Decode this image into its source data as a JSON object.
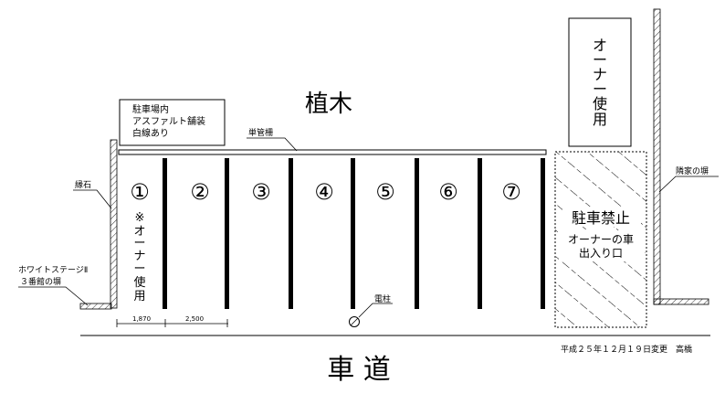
{
  "labels": {
    "planting": "植木",
    "note_line1": "駐車場内",
    "note_line2": "アスファルト舗装",
    "note_line3": "白線あり",
    "tube_fence": "単管柵",
    "curb": "縁石",
    "white_stage_line1": "ホワイトステージⅡ",
    "white_stage_line2": "３番館の塀",
    "neighbor_wall": "隣家の塀",
    "utility_pole": "電柱",
    "roadway": "車 道",
    "revision": "平成２５年１２月１９日変更　高橋",
    "dim_1": "1,870",
    "dim_2": "2,500",
    "owner_use_top_chars": [
      "オ",
      "ー",
      "ナ",
      "ー",
      "使",
      "用"
    ],
    "owner_use_side_chars": [
      "※",
      "オ",
      "ー",
      "ナ",
      "ー",
      "使",
      "用"
    ],
    "no_parking": "駐車禁止",
    "owner_car": "オーナーの車",
    "entrance": "出入り口"
  },
  "spaces": [
    "①",
    "②",
    "③",
    "④",
    "⑤",
    "⑥",
    "⑦"
  ]
}
